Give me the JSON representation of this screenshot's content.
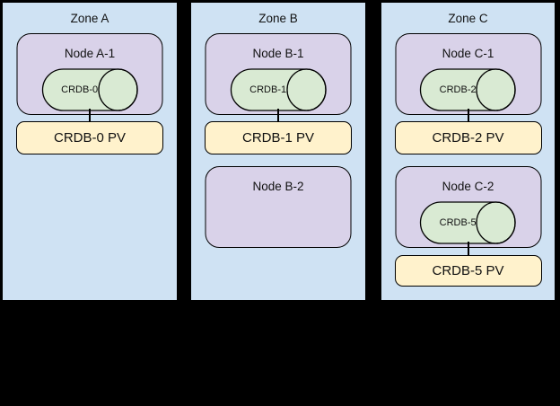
{
  "diagram": {
    "background": "#000000",
    "colors": {
      "zone_fill": "#cfe2f3",
      "node_fill": "#d9d2e9",
      "pod_fill": "#d9ead3",
      "pv_fill": "#fff2cc",
      "border": "#000000"
    },
    "zones": [
      {
        "title": "Zone A",
        "nodes": [
          {
            "label": "Node A-1",
            "pod": "CRDB-0",
            "pv": "CRDB-0 PV"
          }
        ]
      },
      {
        "title": "Zone B",
        "nodes": [
          {
            "label": "Node B-1",
            "pod": "CRDB-1",
            "pv": "CRDB-1 PV"
          },
          {
            "label": "Node B-2"
          }
        ]
      },
      {
        "title": "Zone C",
        "nodes": [
          {
            "label": "Node C-1",
            "pod": "CRDB-2",
            "pv": "CRDB-2 PV"
          },
          {
            "label": "Node C-2",
            "pod": "CRDB-5",
            "pv": "CRDB-5 PV"
          }
        ]
      }
    ]
  }
}
